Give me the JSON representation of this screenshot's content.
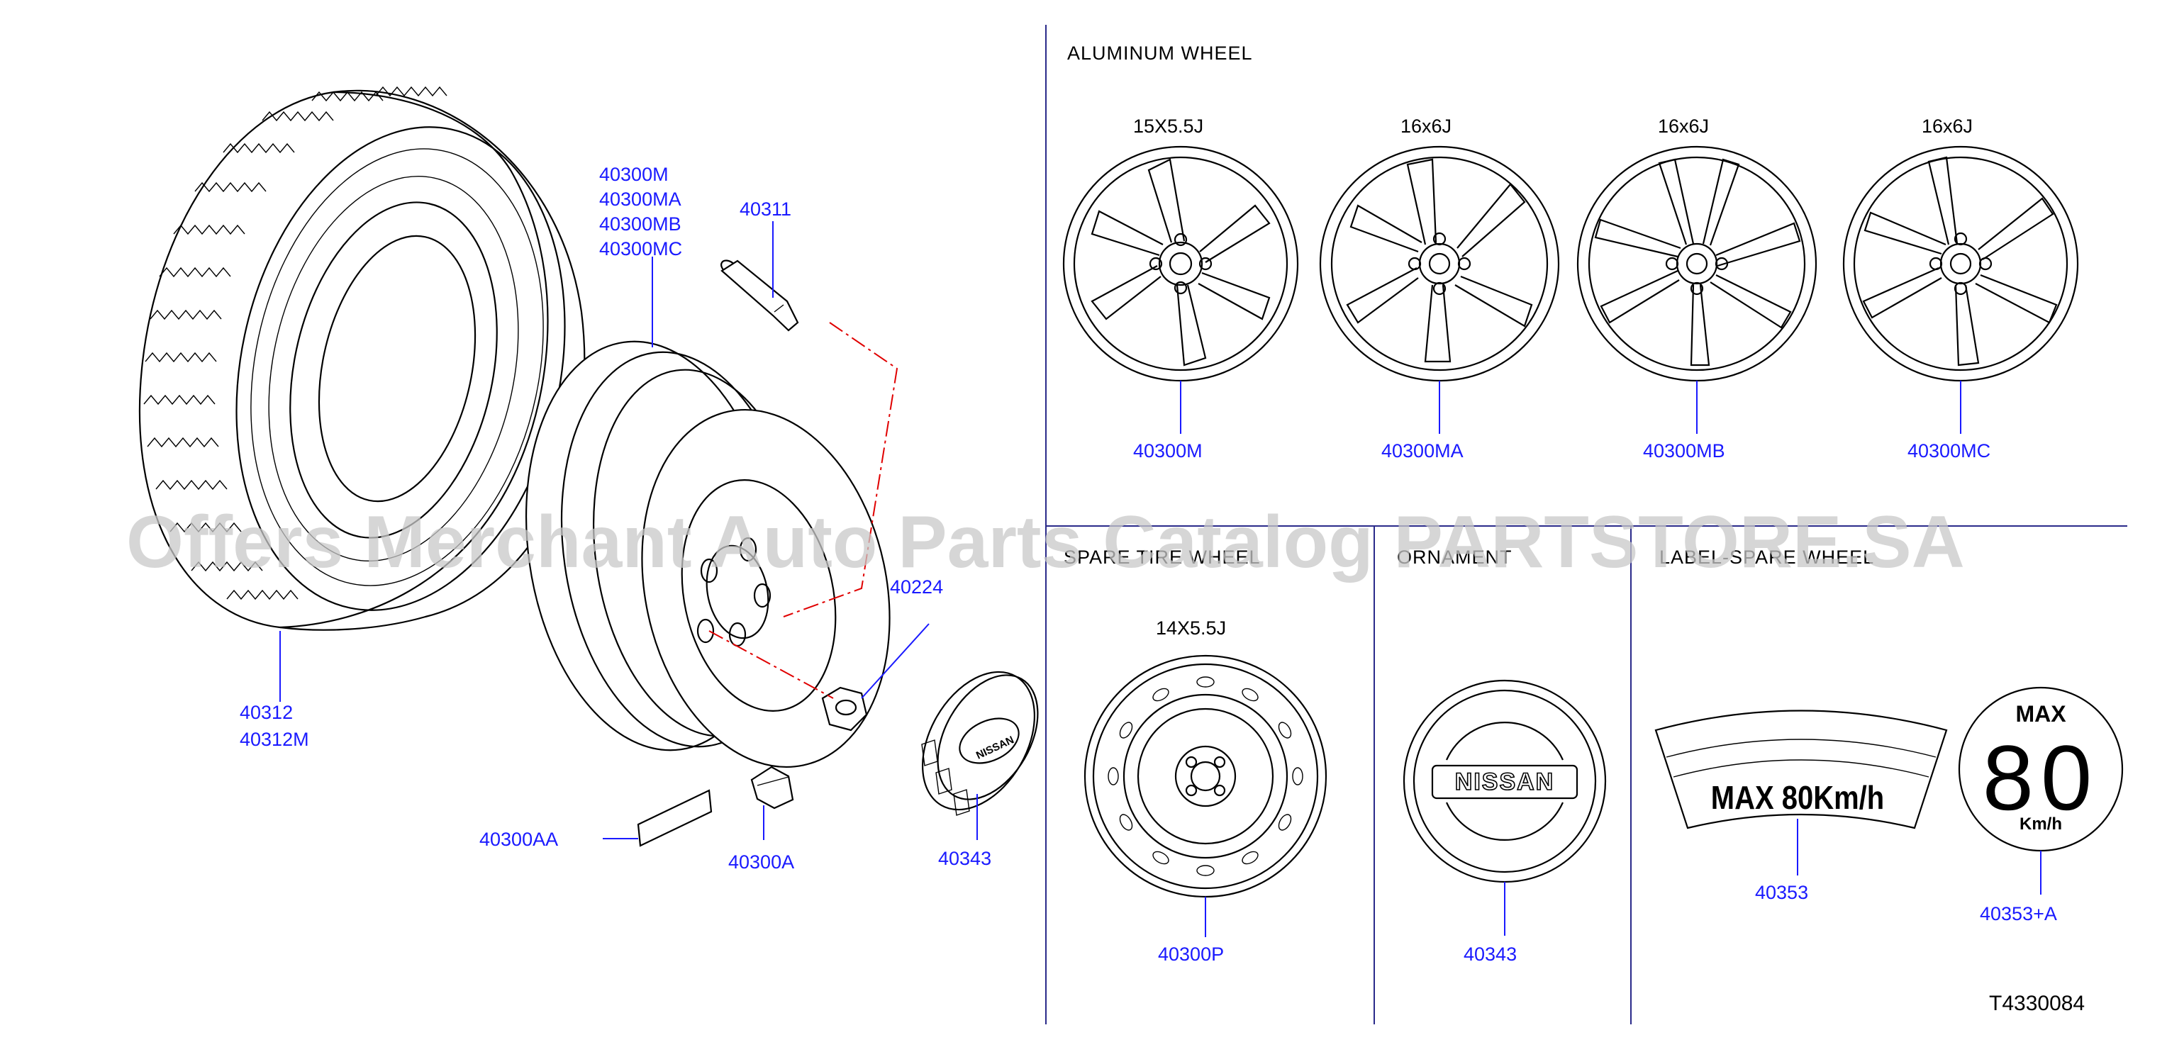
{
  "sections": {
    "aluminum": "ALUMINUM   WHEEL",
    "spare": "SPARE  TIRE  WHEEL",
    "ornament": "ORNAMENT",
    "label_spare": "LABEL-SPARE  WHEEL"
  },
  "sizes": {
    "alu1": "15X5.5J",
    "alu2": "16x6J",
    "alu3": "16x6J",
    "alu4": "16x6J",
    "spare": "14X5.5J"
  },
  "parts": {
    "tire_a": "40312",
    "tire_b": "40312M",
    "wheel_m": "40300M",
    "wheel_ma": "40300MA",
    "wheel_mb": "40300MB",
    "wheel_mc": "40300MC",
    "valve": "40311",
    "nut": "40224",
    "cap": "40343",
    "balance_weight": "40300AA",
    "clip_weight": "40300A",
    "alu1": "40300M",
    "alu2": "40300MA",
    "alu3": "40300MB",
    "alu4": "40300MC",
    "spare_wheel": "40300P",
    "ornament": "40343",
    "label_curved": "40353",
    "label_round": "40353+A"
  },
  "label_texts": {
    "curved": "MAX 80Km/h",
    "round_top": "MAX",
    "round_number": "80",
    "round_unit": "Km/h"
  },
  "logo_text": "NISSAN",
  "diagram_code": "T4330084",
  "watermark": "Offers Merchant Auto Parts Catalog PARTSTORE.SA",
  "colors": {
    "callout": "#1a1aff",
    "line": "#000000",
    "chain": "#e00000",
    "separator": "#2a2a8a",
    "watermark": "#c8c8c8"
  }
}
